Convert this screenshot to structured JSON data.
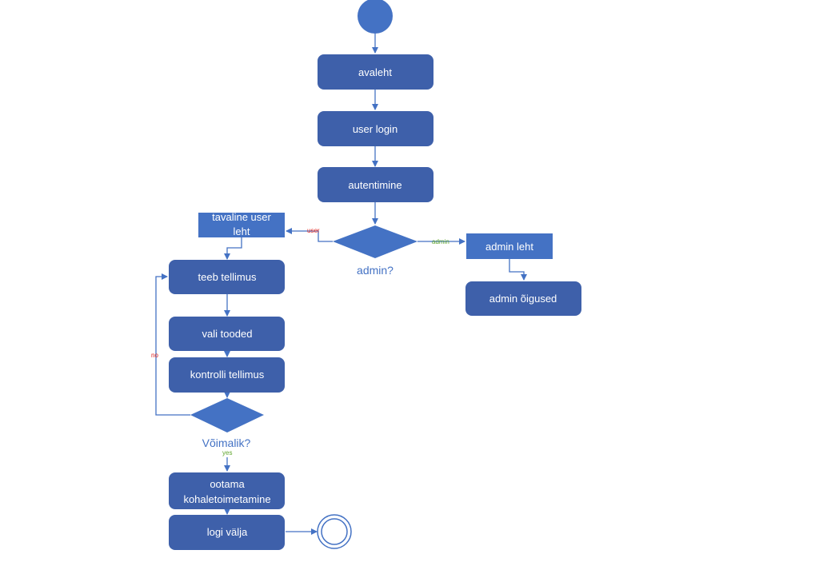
{
  "nodes": {
    "avaleht": "avaleht",
    "user_login": "user login",
    "autentimine": "autentimine",
    "tavaline_line1": "tavaline user",
    "tavaline_line2": "leht",
    "admin_leht": "admin leht",
    "admin_oigused": "admin õigused",
    "teeb_tellimus": "teeb tellimus",
    "vali_tooded": "vali tooded",
    "kontrolli_tellimus": "kontrolli tellimus",
    "ootama_line1": "ootama",
    "ootama_line2": "kohaletoimetamine",
    "logi_valja": "logi välja"
  },
  "decisions": {
    "admin": "admin?",
    "voimalik": "Võimalik?"
  },
  "edge_labels": {
    "user": "user",
    "admin": "admin",
    "no": "no",
    "yes": "yes"
  },
  "colors": {
    "node_fill": "#3e60aa",
    "light_fill": "#4472c4",
    "edge": "#4472c4",
    "label_red": "#e0201c",
    "label_green": "#5fa52c"
  }
}
